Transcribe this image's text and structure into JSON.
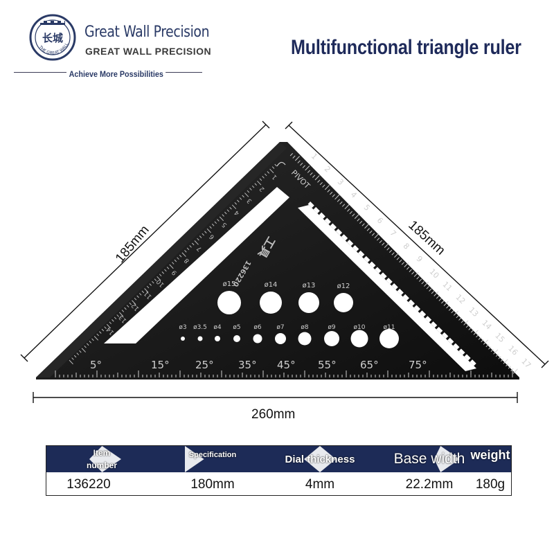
{
  "brand": {
    "seal_text_top": "长城",
    "seal_text_bottom": "THE GREAT WALL",
    "name_en": "Great Wall Precision",
    "name_caps": "GREAT WALL PRECISION",
    "tagline": "Achieve More Possibilities"
  },
  "headline": "Multifunctional triangle ruler",
  "dimensions": {
    "left_side": "185mm",
    "right_side": "185mm",
    "base": "260mm"
  },
  "ruler": {
    "pivot_label": "PIVOT",
    "model_stamp": "136220",
    "brand_stamp": "工具",
    "degree_marks": [
      "5°",
      "15°",
      "25°",
      "35°",
      "45°",
      "55°",
      "65°",
      "75°"
    ],
    "large_holes": [
      "ø15",
      "ø14",
      "ø13",
      "ø12"
    ],
    "small_holes": [
      "ø3",
      "ø3.5",
      "ø4",
      "ø5",
      "ø6",
      "ø7",
      "ø8",
      "ø9",
      "ø10",
      "ø11"
    ],
    "hypotenuse_numbers": [
      "1",
      "2",
      "3",
      "4",
      "5",
      "6",
      "7",
      "8",
      "9",
      "10",
      "11",
      "12",
      "13",
      "14",
      "15",
      "16",
      "17"
    ],
    "left_edge_numbers": [
      "1",
      "2",
      "3",
      "4",
      "5",
      "6",
      "7",
      "8",
      "9",
      "10",
      "11",
      "12",
      "13",
      "14"
    ],
    "colors": {
      "body": "#111111",
      "marking": "#cfcfcf"
    }
  },
  "spec_table": {
    "headers": [
      "Item\nnumber",
      "Specification",
      "Dial thickness",
      "Base width",
      "weight"
    ],
    "values": [
      "136220",
      "180mm",
      "4mm",
      "22.2mm",
      "180g"
    ],
    "header_color": "#1d2b57"
  }
}
